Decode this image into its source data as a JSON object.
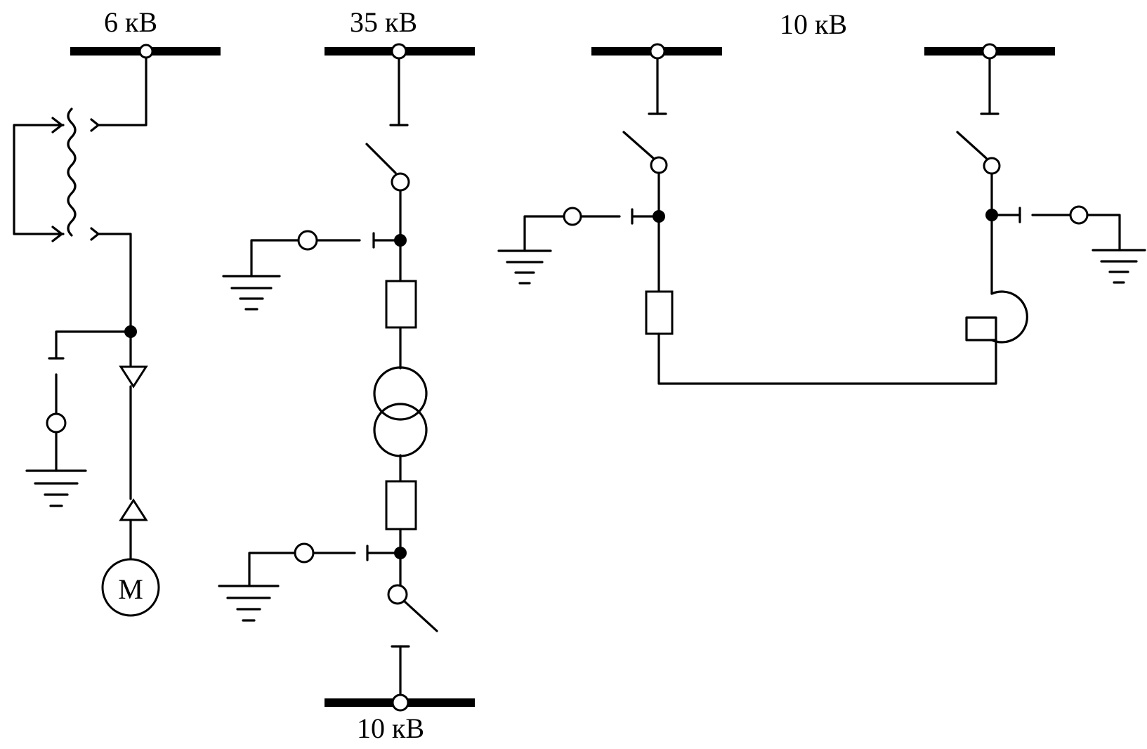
{
  "labels": {
    "bus_6kv": "6 кВ",
    "bus_35kv": "35 кВ",
    "bus_10kv_top": "10 кВ",
    "bus_10kv_bottom": "10 кВ",
    "motor": "M"
  },
  "colors": {
    "line": "#000000",
    "background": "#ffffff"
  }
}
